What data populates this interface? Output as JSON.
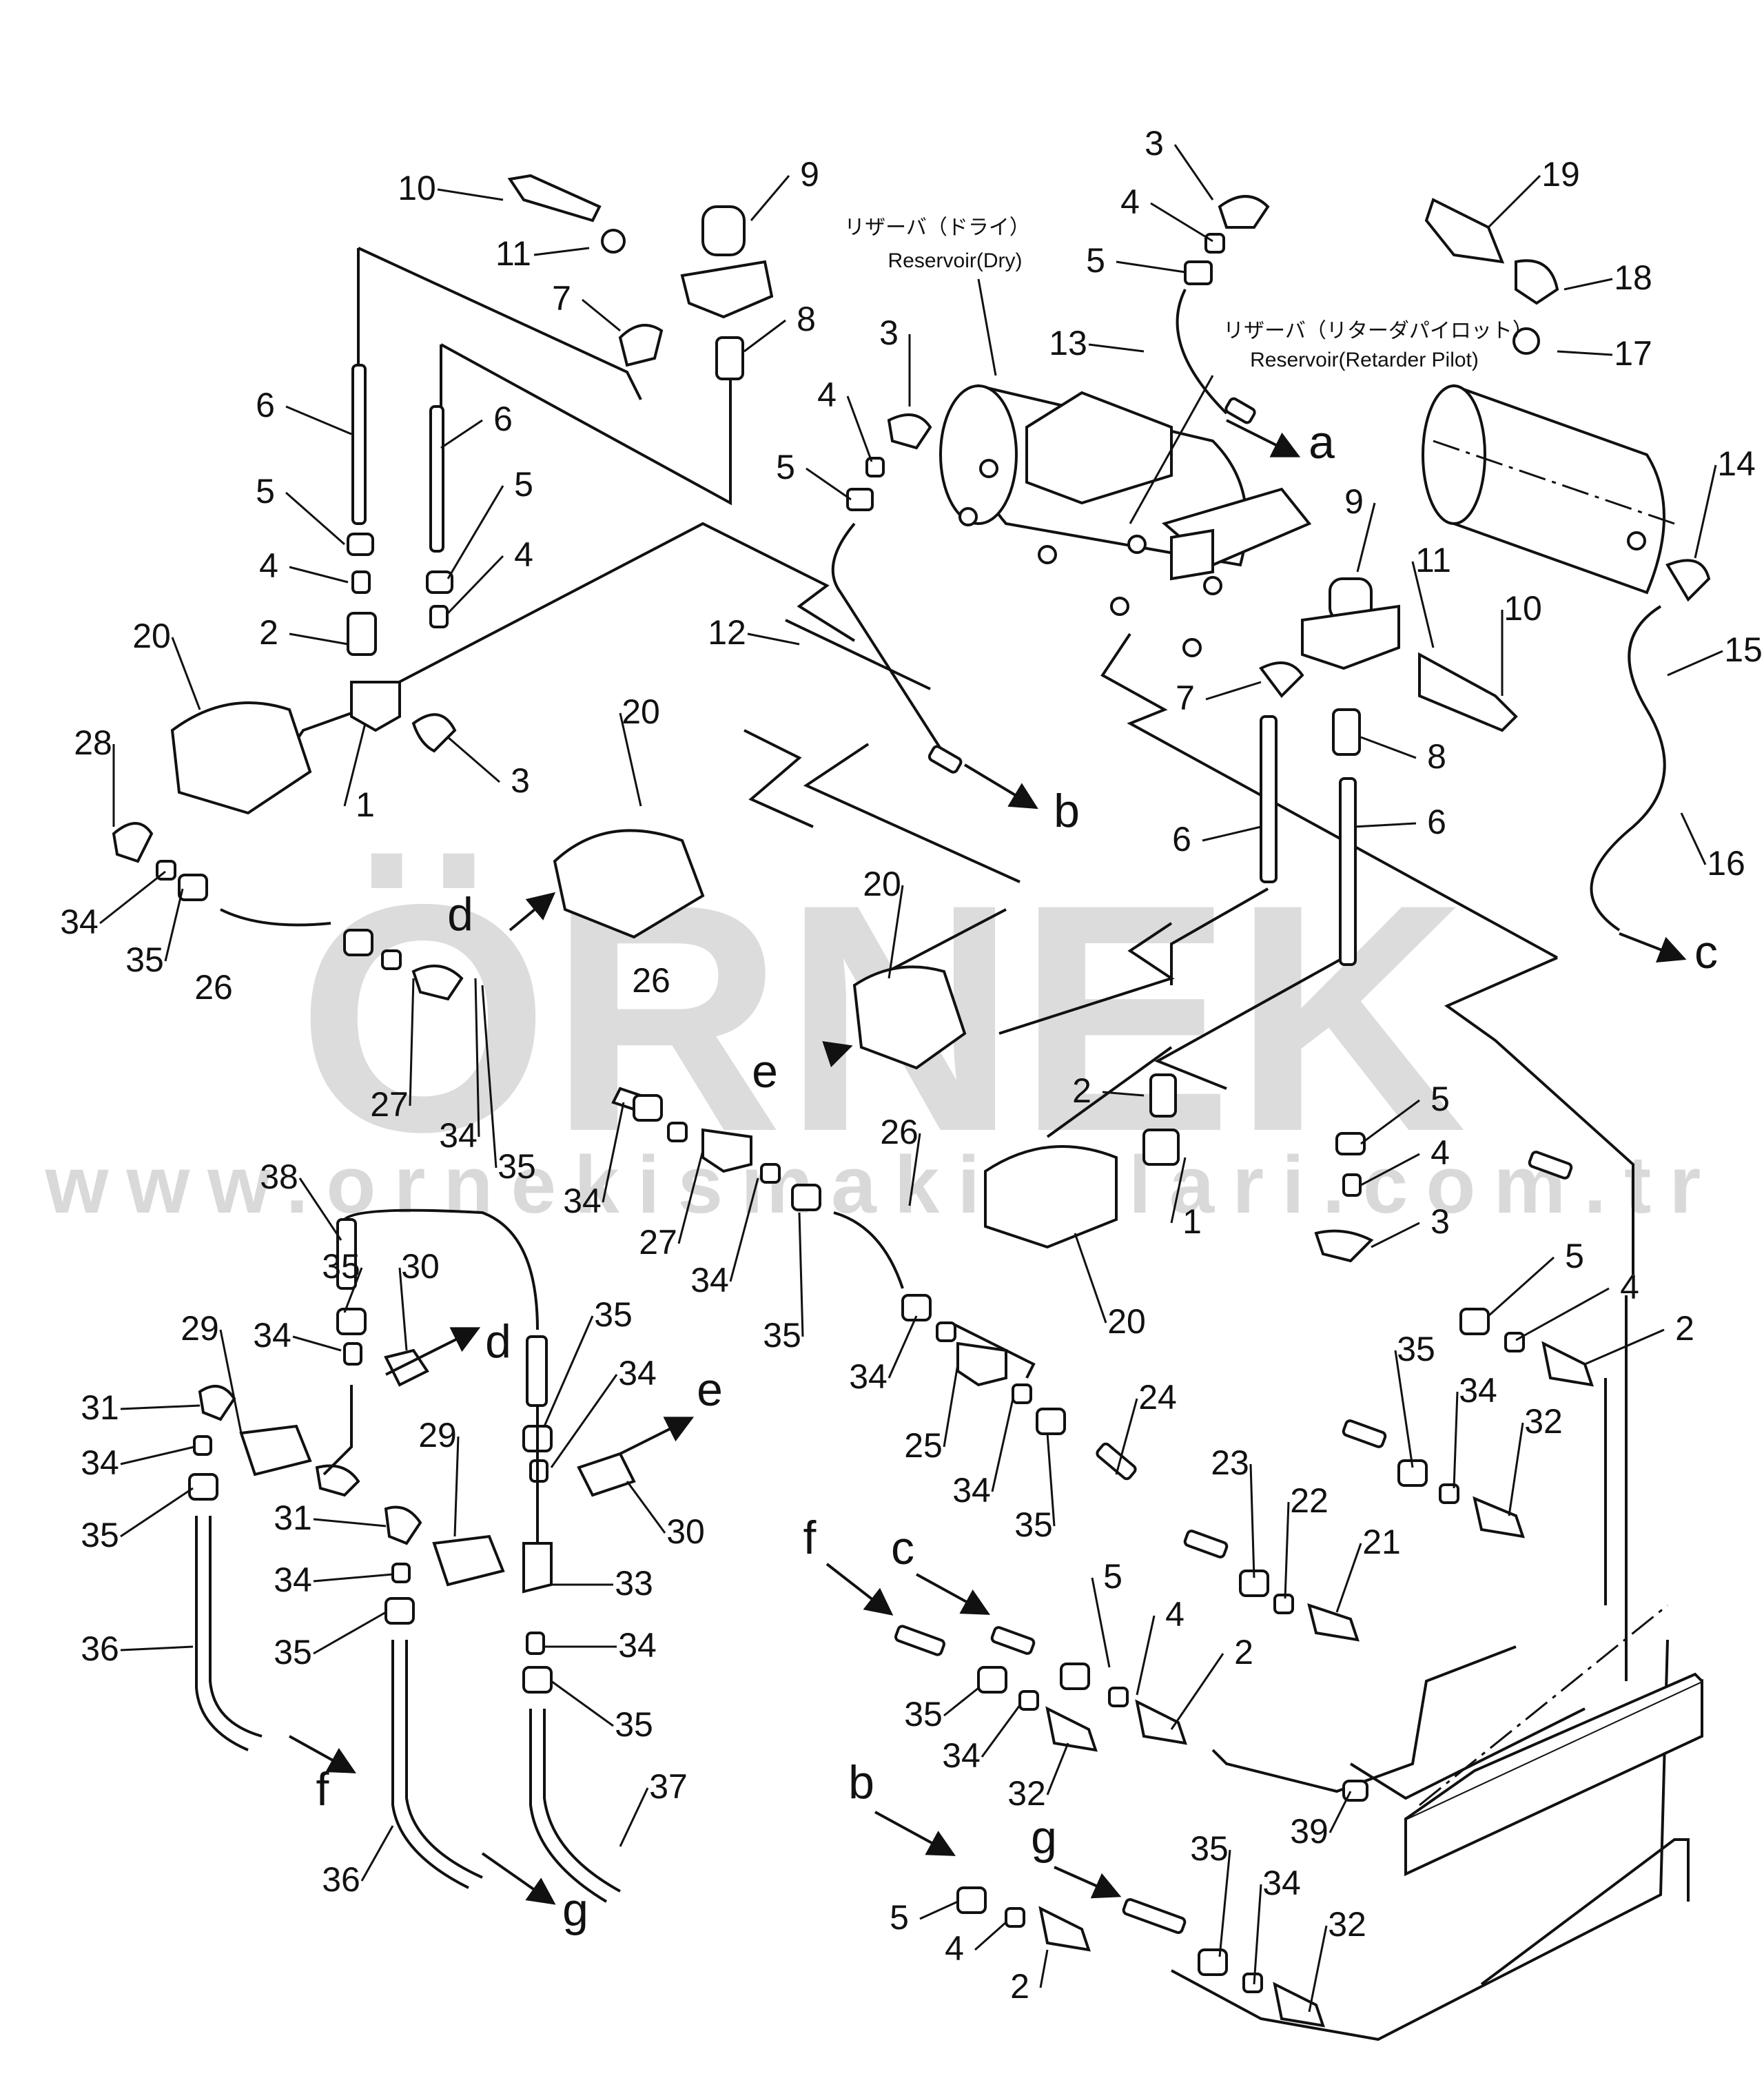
{
  "watermark": {
    "brand": "ÖRNEK",
    "url": "www.ornekismakinalari.com.tr"
  },
  "reservoirs": [
    {
      "jp": "リザーバ（ドライ）",
      "en": "Reservoir(Dry)"
    },
    {
      "jp": "リザーバ（リターダパイロット）",
      "en": "Reservoir(Retarder Pilot)"
    }
  ],
  "callouts": [
    {
      "t": "10"
    },
    {
      "t": "11"
    },
    {
      "t": "9"
    },
    {
      "t": "7"
    },
    {
      "t": "8"
    },
    {
      "t": "6"
    },
    {
      "t": "6"
    },
    {
      "t": "5"
    },
    {
      "t": "5"
    },
    {
      "t": "4"
    },
    {
      "t": "4"
    },
    {
      "t": "2"
    },
    {
      "t": "20"
    },
    {
      "t": "1"
    },
    {
      "t": "3"
    },
    {
      "t": "28"
    },
    {
      "t": "34"
    },
    {
      "t": "35"
    },
    {
      "t": "26"
    },
    {
      "t": "27"
    },
    {
      "t": "34"
    },
    {
      "t": "35"
    },
    {
      "t": "3"
    },
    {
      "t": "4"
    },
    {
      "t": "5"
    },
    {
      "t": "12"
    },
    {
      "t": "20"
    },
    {
      "t": "26"
    },
    {
      "t": "20"
    },
    {
      "t": "34"
    },
    {
      "t": "27"
    },
    {
      "t": "34"
    },
    {
      "t": "26"
    },
    {
      "t": "35"
    },
    {
      "t": "34"
    },
    {
      "t": "25"
    },
    {
      "t": "34"
    },
    {
      "t": "35"
    },
    {
      "t": "24"
    },
    {
      "t": "20"
    },
    {
      "t": "3"
    },
    {
      "t": "4"
    },
    {
      "t": "5"
    },
    {
      "t": "13"
    },
    {
      "t": "19"
    },
    {
      "t": "18"
    },
    {
      "t": "17"
    },
    {
      "t": "14"
    },
    {
      "t": "15"
    },
    {
      "t": "16"
    },
    {
      "t": "9"
    },
    {
      "t": "11"
    },
    {
      "t": "10"
    },
    {
      "t": "7"
    },
    {
      "t": "8"
    },
    {
      "t": "6"
    },
    {
      "t": "6"
    },
    {
      "t": "2"
    },
    {
      "t": "1"
    },
    {
      "t": "5"
    },
    {
      "t": "4"
    },
    {
      "t": "3"
    },
    {
      "t": "5"
    },
    {
      "t": "4"
    },
    {
      "t": "2"
    },
    {
      "t": "35"
    },
    {
      "t": "34"
    },
    {
      "t": "32"
    },
    {
      "t": "23"
    },
    {
      "t": "22"
    },
    {
      "t": "21"
    },
    {
      "t": "5"
    },
    {
      "t": "4"
    },
    {
      "t": "2"
    },
    {
      "t": "35"
    },
    {
      "t": "34"
    },
    {
      "t": "32"
    },
    {
      "t": "39"
    },
    {
      "t": "5"
    },
    {
      "t": "4"
    },
    {
      "t": "2"
    },
    {
      "t": "35"
    },
    {
      "t": "34"
    },
    {
      "t": "32"
    },
    {
      "t": "38"
    },
    {
      "t": "35"
    },
    {
      "t": "30"
    },
    {
      "t": "34"
    },
    {
      "t": "29"
    },
    {
      "t": "31"
    },
    {
      "t": "34"
    },
    {
      "t": "35"
    },
    {
      "t": "36"
    },
    {
      "t": "35"
    },
    {
      "t": "34"
    },
    {
      "t": "30"
    },
    {
      "t": "29"
    },
    {
      "t": "31"
    },
    {
      "t": "34"
    },
    {
      "t": "35"
    },
    {
      "t": "33"
    },
    {
      "t": "34"
    },
    {
      "t": "35"
    },
    {
      "t": "36"
    },
    {
      "t": "37"
    }
  ],
  "connection_letters": [
    {
      "t": "a"
    },
    {
      "t": "b"
    },
    {
      "t": "c"
    },
    {
      "t": "d"
    },
    {
      "t": "e"
    },
    {
      "t": "d"
    },
    {
      "t": "e"
    },
    {
      "t": "f"
    },
    {
      "t": "g"
    },
    {
      "t": "f"
    },
    {
      "t": "c"
    },
    {
      "t": "b"
    },
    {
      "t": "g"
    }
  ]
}
